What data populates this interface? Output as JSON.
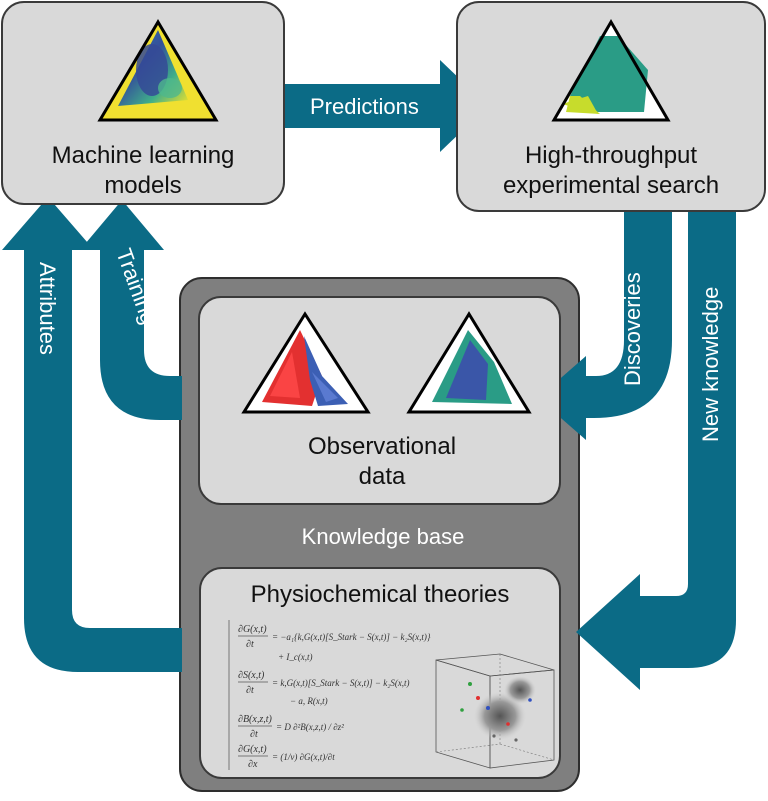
{
  "colors": {
    "arrow_teal": "#0b6b86",
    "box_light_gray": "#d9d9d9",
    "knowledge_base_gray": "#7f7f7f",
    "box_border": "#3a3a3a",
    "text_dark": "#111111",
    "text_white": "#ffffff"
  },
  "boxes": {
    "ml_models": {
      "line1": "Machine learning",
      "line2": "models"
    },
    "ht_search": {
      "line1": "High-throughput",
      "line2": "experimental search"
    },
    "observational": {
      "line1": "Observational",
      "line2": "data"
    },
    "knowledge_base": {
      "label": "Knowledge base"
    },
    "theories": {
      "title": "Physiochemical theories"
    }
  },
  "arrows": {
    "predictions": "Predictions",
    "discoveries": "Discoveries",
    "new_knowledge": "New knowledge",
    "attributes": "Attributes",
    "training_sets": "Training sets"
  },
  "equations": {
    "eq1_lhs_num": "∂G(x,t)",
    "eq1_lhs_den": "∂t",
    "eq1_rhs": "= −a₁{k,G(x,t)[S_Stark − S(x,t)] − k₂S(x,t)}",
    "eq1_rhs2": "+ I_c(x,t)",
    "eq2_lhs_num": "∂S(x,t)",
    "eq2_lhs_den": "∂t",
    "eq2_rhs": "= k,G(x,t)[S_Stark − S(x,t)] − k₂S(x,t)",
    "eq2_rhs2": "− a, R(x,t)",
    "eq3_lhs_num": "∂B(x,z,t)",
    "eq3_lhs_den": "∂t",
    "eq3_rhs": "= D ∂²B(x,z,t) / ∂z²",
    "eq4_lhs_num": "∂G(x,t)",
    "eq4_lhs_den": "∂x",
    "eq4_rhs": "= (1/v) ∂G(x,t)/∂t"
  }
}
